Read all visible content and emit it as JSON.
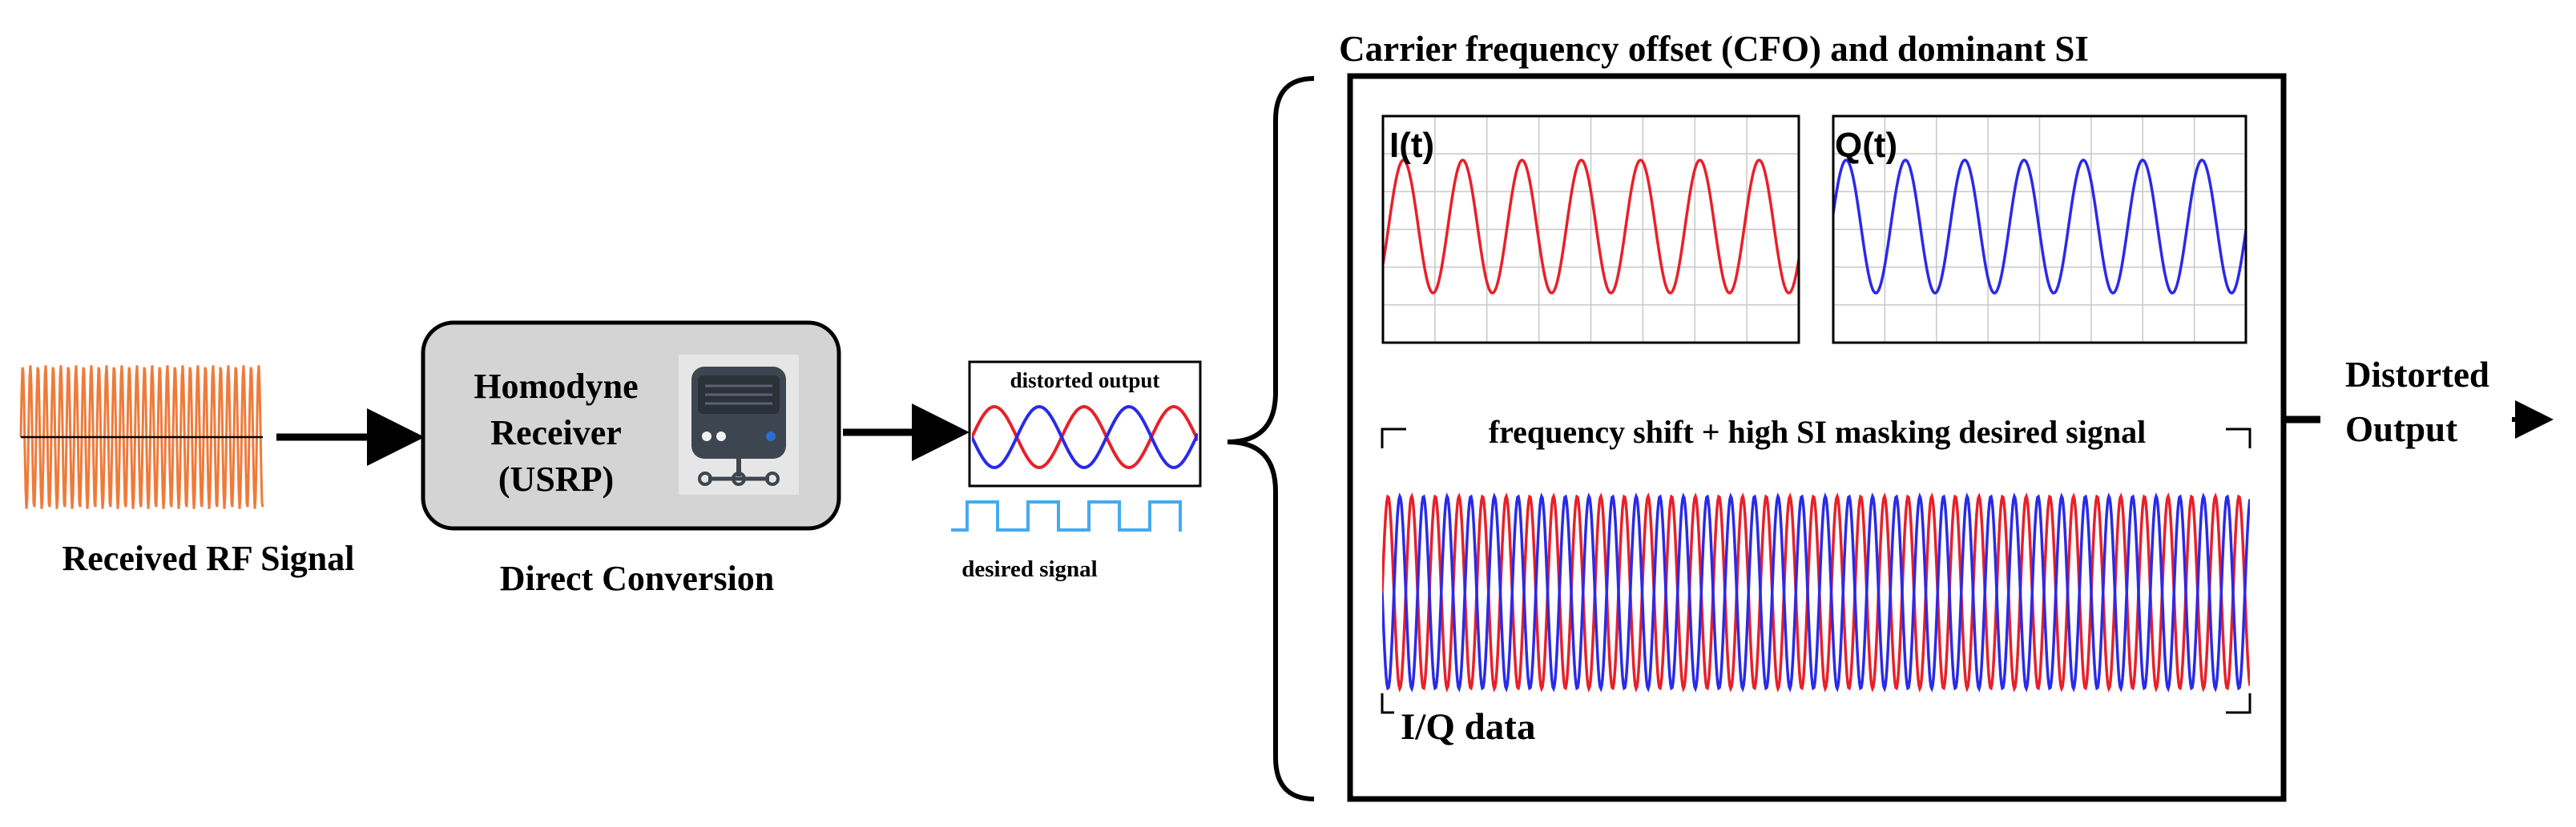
{
  "input": {
    "label": "Received RF Signal",
    "waveform_color": "#ef7a3a"
  },
  "receiver": {
    "title_line1": "Homodyne",
    "title_line2": "Receiver",
    "title_line3": "(USRP)",
    "caption": "Direct Conversion",
    "icon": "usrp-device-icon",
    "box_fill": "#d4d4d4"
  },
  "mini_plot": {
    "title": "distorted output",
    "caption": "desired signal",
    "desired_color": "#44aaf0"
  },
  "panel": {
    "title": "Carrier frequency offset (CFO) and dominant SI",
    "i_plot_label": "I(t)",
    "q_plot_label": "Q(t)",
    "iq_title": "frequency shift + high SI  masking desired signal",
    "iq_label": "I/Q data"
  },
  "output": {
    "line1": "Distorted",
    "line2": "Output"
  },
  "colors": {
    "i_signal": "#e8202a",
    "q_signal": "#2a2ae8",
    "grid": "#c8c8c8"
  }
}
